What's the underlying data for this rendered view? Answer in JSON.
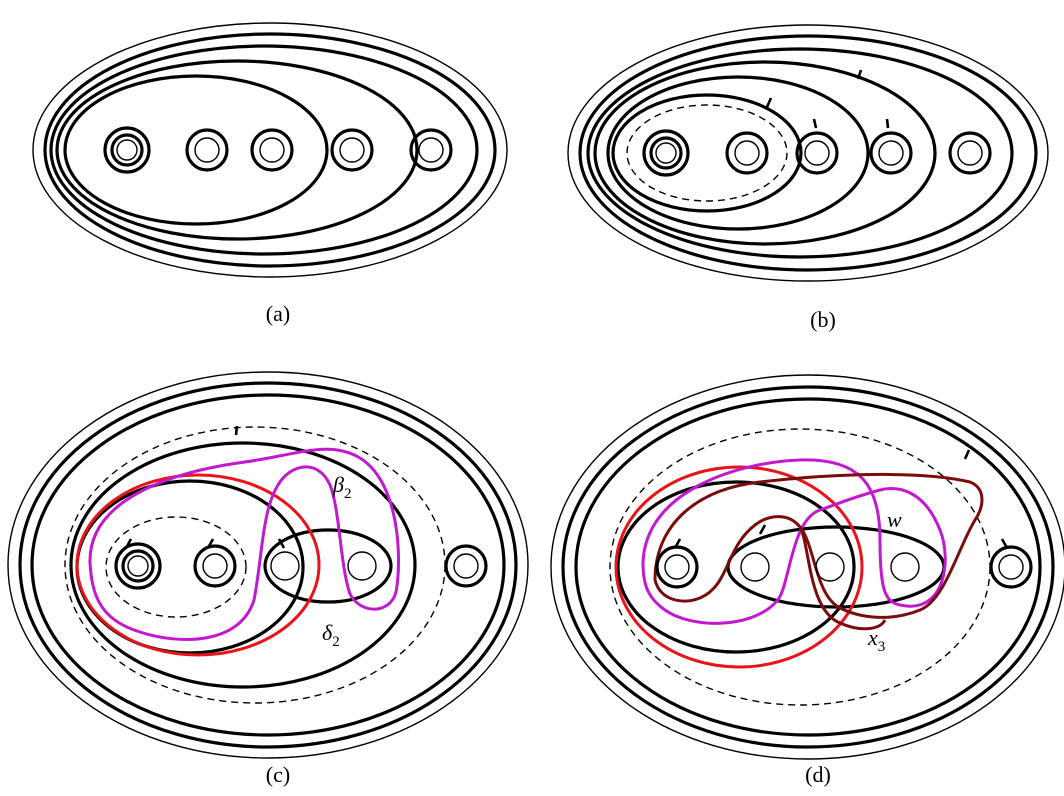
{
  "panels": [
    {
      "id": "a",
      "caption": "(a)"
    },
    {
      "id": "b",
      "caption": "(b)"
    },
    {
      "id": "c",
      "caption": "(c)",
      "labels": [
        {
          "text": "β",
          "sub": "2"
        },
        {
          "text": "δ",
          "sub": "2"
        }
      ]
    },
    {
      "id": "d",
      "caption": "(d)",
      "labels": [
        {
          "text": "w",
          "sub": ""
        },
        {
          "text": "x",
          "sub": "3"
        }
      ]
    }
  ],
  "colors": {
    "red_curve": "#e8141a",
    "magenta_curve": "#c218d0",
    "brown_curve": "#7a0c0c"
  }
}
